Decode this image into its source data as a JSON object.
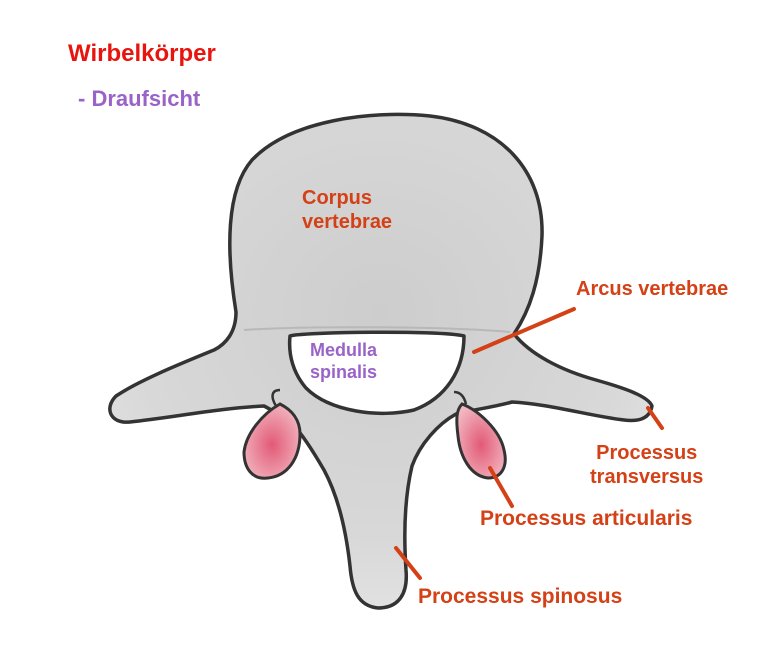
{
  "title": "Wirbelkörper",
  "subtitle": "- Draufsicht",
  "labels": {
    "corpus": "Corpus\nvertebrae",
    "medulla": "Medulla\nspinalis",
    "arcus": "Arcus vertebrae",
    "transversus": "Processus\ntransversus",
    "articularis": "Processus articularis",
    "spinosus": "Processus spinosus"
  },
  "colors": {
    "title": "#e8150f",
    "subtitle": "#9a63c8",
    "label": "#d44116",
    "bone_fill": "#d9d9d9",
    "outline": "#333333",
    "articular_pink": "#e07a8c",
    "spinal_canal": "#ffffff"
  }
}
